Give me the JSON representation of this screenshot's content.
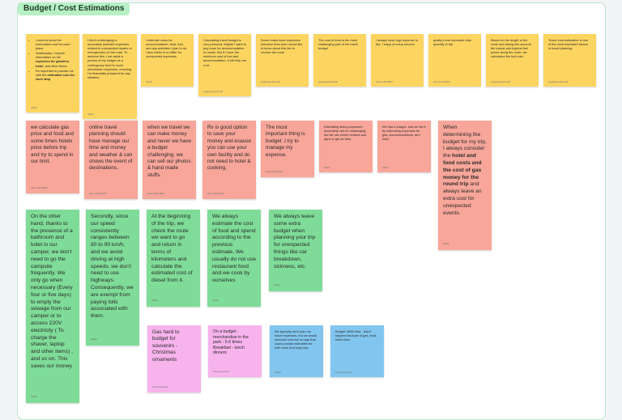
{
  "board_title": "Budget / Cost Estimations",
  "notes": {
    "n1": {
      "bullets": [
        "I need to know the reservation cost for each place.",
        [
          "Additionally, I require information on the ",
          "expenses for gasoline, hotel",
          ", and other items."
        ],
        [
          "It's important to provide me with the ",
          "estimated cost for each stop",
          "."
        ]
      ],
      "author": "Shadi"
    },
    "n2": {
      "text": "I find it challenging to accurately estimate expenses related to unexpected repairs or emergencies on the road. To address this, I set aside a portion of my budget as a contingency fund to cover unforeseen expenses, ensuring I'm financially prepared for any situation.",
      "author": "Shadi"
    },
    "n3": {
      "text": "I estimate costs for accommodation, food, fuel, and any activities I plan to do. I also factor in a buffer for unexpected expenses.",
      "author": "Shadi"
    },
    "n4": {
      "text": "Calculating travel budget is very personal. Maybe I want to pay more for accommodation or meals. But if I have the minimum cost of fuel and accommodation, it will help me a lot",
      "author": "jingjingxgi Emmall"
    },
    "n5": {
      "text": "Some roads have expensive entrance fees and I would like to know about this fee to choose the route",
      "author": "jingjingxgi Emmall"
    },
    "n6": {
      "text": "The cost of food is the most challenging part of the travel budget",
      "author": "jingjingxgi Emmall"
    },
    "n7": {
      "text": "I always have high expense in trip, I enjoy of every second.",
      "author": "sara sotheri993"
    },
    "n8": {
      "text": "quality more important than quantity in trip.",
      "author": "sara sotheri993"
    },
    "n9": {
      "text": "Based on the length of the route and taking into account the lowest and highest fuel prices along the route, we calculated the fuel cost.",
      "author": "jingjingxgi Emmall"
    },
    "n10": {
      "text": "Travel cost estimation is one of the most important factors in travel planning",
      "author": "jingjingxgi Emmall"
    },
    "n11": {
      "text": "we calculate gas price and food and some times hotels price before trip and try to spend in our limit.",
      "author": "sara sotheri993"
    },
    "n12": {
      "text": "online travel planning should have manage our time and money and weather & can shows the event of destinations.",
      "author": "sara sotheri993"
    },
    "n13": {
      "text": "when we travel we can make money and never we have a budget challenging. we can sell our photos & hand made stuffs.",
      "author": "sara sotheri993"
    },
    "n14": {
      "text": "Rv is good option to save your money and ecause you can use your own facility and do not need to hotel & cooking.",
      "author": "sara sotheri993"
    },
    "n15": {
      "text": "The most important thing is budget .I try to manage my expense.",
      "author": "sara sotheri993"
    },
    "n16": {
      "text": "Estimating dining expenses accurately can be challenging, but we use online reviews and apps to get an idea.",
      "author": "Shadi"
    },
    "n17": {
      "text": "We had a budget, and we set it by estimating expenses for gas, accommodations, and food.",
      "author": "Shadi"
    },
    "n18": {
      "parts": [
        "When determining the budget for my trip, I always consider the ",
        "hotel and food costs and the cost of gas money for the round trip",
        " and always leave an extra cost for unexpected events."
      ],
      "author": "Shadi"
    },
    "n19": {
      "text": "On the other hand, thanks to the presence of a bathroom and toilet in our camper, we don't need to go the campsite frequently. We only go when necessary (Every four or five days) to empty the sewage from our camper or to access 220V electricity ( To charge the shaver, laptop and other items) , and so on. This saves our money",
      "author": "Shadi"
    },
    "n20": {
      "text": "Secondly, since our speed consistently ranges between 80 to 90 km/h, and we avoid driving at high speeds, we don't need to use highways. Consequently, we are exempt from paying tolls associated with them.",
      "author": "Shadi"
    },
    "n21": {
      "text": "At the beginning of the trip, we check the route we want to go and return in terms of kilometers and calculate the estimated cost of diesel from it.",
      "author": "Shadi"
    },
    "n22": {
      "text": "We always estimate the cost of food and spend according to the previous estimate. We usually do not use restaurant food and we cook by ourselves",
      "author": "Shadi"
    },
    "n23": {
      "text": "We always leave some extra budget when planning your trip for unexpected things like car breakdown, sickness, etc.",
      "author": "Shadi"
    },
    "n24": {
      "text": "Gas hard to budget for souvenirs - Christmas ornaments",
      "author": "Fiona Leepoint"
    },
    "n25": {
      "text": "On a budget - merchandise in the park - 5-6 times Breakfast - lunch dinners",
      "author": "Fiona Leepoint"
    },
    "n26": {
      "text": "We typically don't plan our travel expenses, but we would welcome and use an app that could provide estimates for both short and long trips.",
      "author": "Shadi"
    },
    "n27": {
      "text": "Budget: $500 Max - didn't happen because of gas, food, hotel room",
      "author": "Fiona Leepoint"
    }
  }
}
